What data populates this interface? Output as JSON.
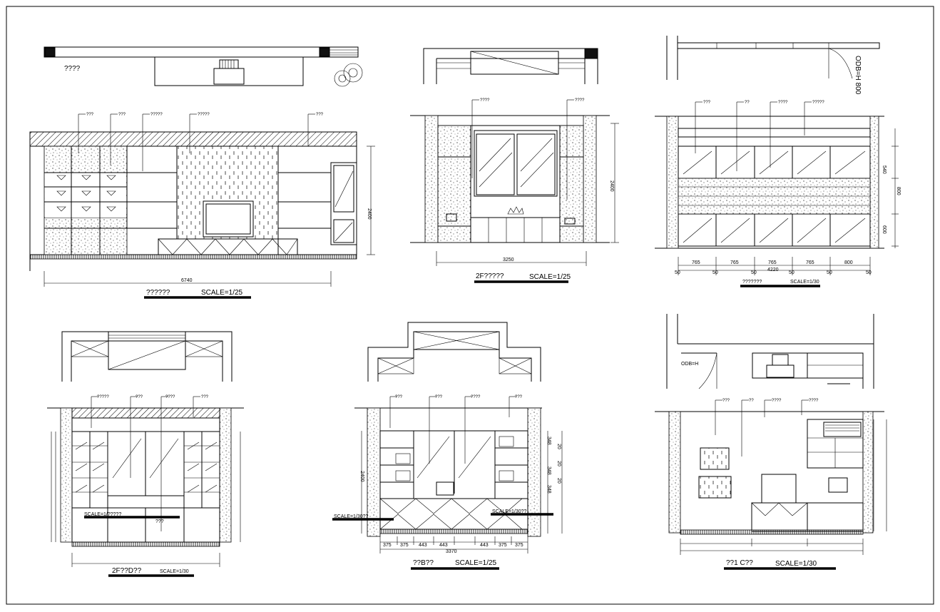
{
  "drawing": {
    "top_left_plan_label": "????",
    "elevations": [
      {
        "id": "A",
        "caption": "??????",
        "scale": "SCALE=1/25",
        "height_dim": "2400",
        "width_dim": "6740",
        "callouts": [
          "???",
          "???",
          "?????",
          "?????",
          "???"
        ]
      },
      {
        "id": "B",
        "caption": "2F?????",
        "scale": "SCALE=1/25",
        "height_dim": "2400",
        "width_dim": "3250",
        "callouts": [
          "????",
          "????"
        ]
      },
      {
        "id": "C",
        "caption": "???????",
        "scale": "SCALE=1/30",
        "plan_note": "ODB=H 800",
        "widths": [
          "765",
          "765",
          "765",
          "765",
          "800"
        ],
        "gaps": [
          "50",
          "50",
          "50",
          "50",
          "50",
          "50"
        ],
        "total_dim": "4220",
        "side_dims": [
          "540",
          "800",
          "600"
        ],
        "callouts": [
          "???",
          "??",
          "????",
          "?????"
        ]
      },
      {
        "id": "D",
        "caption": "2F??D??",
        "scale": "SCALE=1/30",
        "inline_scale": "SCALE=1/?????",
        "inline_note": "???",
        "callouts": [
          "?????",
          "???",
          "????",
          "???"
        ]
      },
      {
        "id": "E",
        "caption": "??B??",
        "scale": "SCALE=1/25",
        "height_dim": "2400",
        "left_scale": "SCALE=1/30??",
        "right_scale": "SCALE=1/30??",
        "widths": [
          "375",
          "375",
          "443",
          "443",
          "443",
          "375",
          "375"
        ],
        "total_dim": "3370",
        "side_dims": [
          "20",
          "20",
          "20",
          "348",
          "348",
          "348"
        ],
        "callouts": [
          "???",
          "???",
          "????",
          "???"
        ]
      },
      {
        "id": "F",
        "caption": "??1 C??",
        "scale": "SCALE=1/30",
        "plan_note": "ODB=H",
        "callouts": [
          "???",
          "??",
          "????",
          "????"
        ]
      }
    ]
  }
}
